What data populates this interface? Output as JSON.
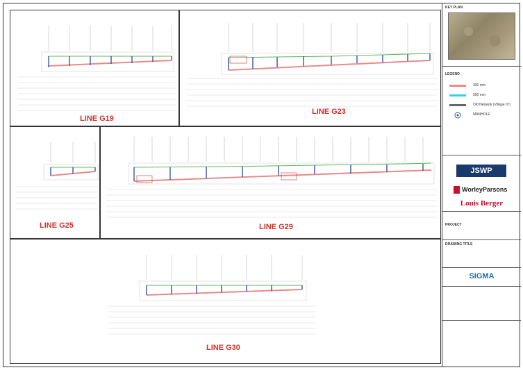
{
  "panels": {
    "g19": {
      "title": "LINE G19"
    },
    "g23": {
      "title": "LINE G23"
    },
    "g25": {
      "title": "LINE G25"
    },
    "g29": {
      "title": "LINE G29"
    },
    "g30": {
      "title": "LINE G30"
    }
  },
  "title_block": {
    "key_plan": "KEY PLAN",
    "legend": "LEGEND",
    "legend_items": [
      {
        "label": "300 mm",
        "color": "#e88a8a"
      },
      {
        "label": "500 mm",
        "color": "#34d0e8"
      },
      {
        "label": "Old Network (Village 07)",
        "color": "#666666"
      },
      {
        "label": "MANHOLE",
        "color": "#3355aa"
      }
    ],
    "logo_jswp": "JSWP",
    "logo_worley": "WorleyParsons",
    "logo_louis": "Louis Berger",
    "project_label": "PROJECT",
    "drawing_title_label": "DRAWING TITLE",
    "logo_sigma": "SIGMA"
  },
  "colors": {
    "pipe_300": "#e88a8a",
    "pipe_500": "#34d0e8",
    "ground": "#5cb85c",
    "manhole": "#3355aa",
    "title_red": "#d4302a"
  }
}
